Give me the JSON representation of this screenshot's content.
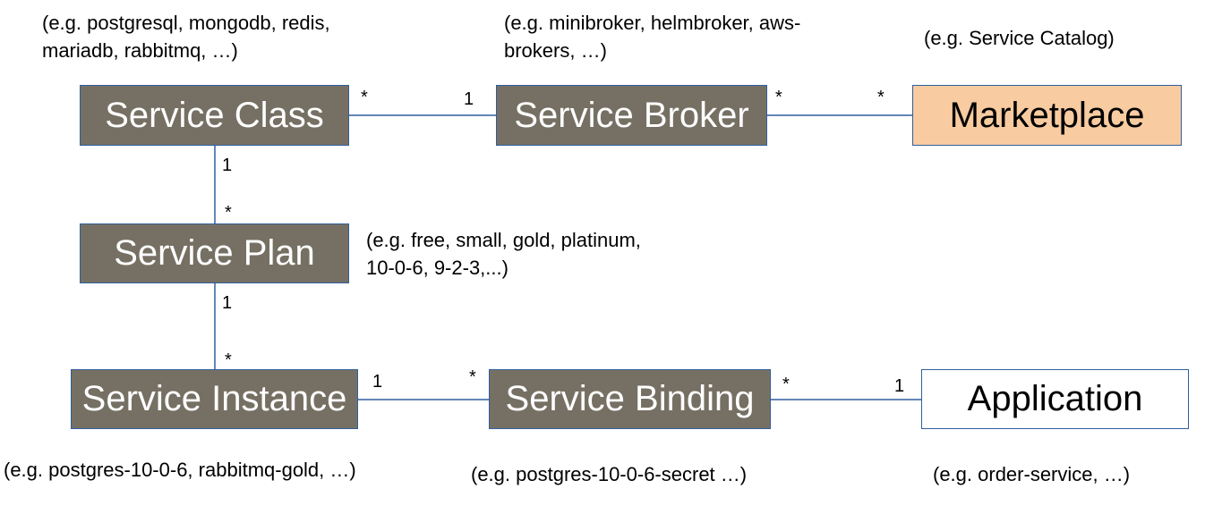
{
  "nodes": {
    "service_class": "Service Class",
    "service_broker": "Service Broker",
    "marketplace": "Marketplace",
    "service_plan": "Service Plan",
    "service_instance": "Service Instance",
    "service_binding": "Service Binding",
    "application": "Application"
  },
  "notes": {
    "class_examples": "(e.g. postgresql, mongodb, redis,\nmariadb, rabbitmq, …)",
    "broker_examples": "(e.g. minibroker, helmbroker, aws-\nbrokers, …)",
    "marketplace_examples": "(e.g. Service Catalog)",
    "plan_examples": "(e.g. free, small, gold, platinum,\n10-0-6, 9-2-3,...)",
    "instance_examples": "(e.g. postgres-10-0-6, rabbitmq-gold, …)",
    "binding_examples": "(e.g. postgres-10-0-6-secret …)",
    "application_examples": "(e.g. order-service, …)"
  },
  "multiplicities": {
    "class_broker_class_end": "*",
    "class_broker_broker_end": "1",
    "broker_marketplace_broker_end": "*",
    "broker_marketplace_marketplace_end": "*",
    "class_plan_class_end": "1",
    "class_plan_plan_end": "*",
    "plan_instance_plan_end": "1",
    "plan_instance_instance_end": "*",
    "instance_binding_instance_end": "1",
    "instance_binding_binding_end": "*",
    "binding_application_binding_end": "*",
    "binding_application_application_end": "1"
  },
  "colors": {
    "entity_fill": "#767064",
    "marketplace_fill": "#f8cba0",
    "border": "#2f5f9e"
  }
}
